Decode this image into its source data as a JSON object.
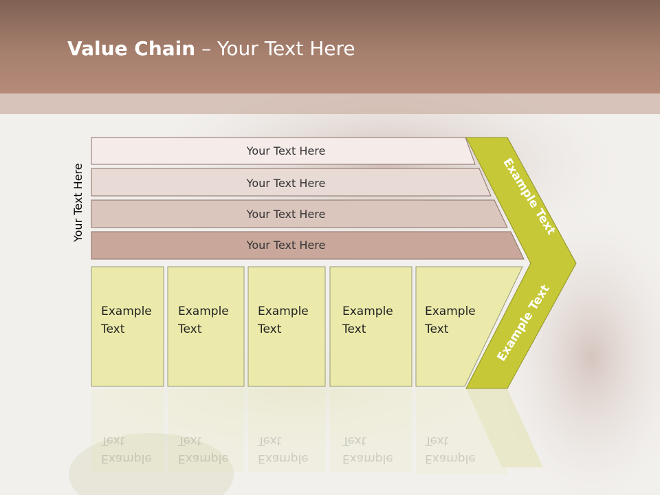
{
  "header": {
    "title_bold": "Value Chain",
    "title_rest": " – Your Text Here"
  },
  "side_label": "Your Text Here",
  "bars": [
    {
      "label": "Your Text Here",
      "color": "#f5ecea"
    },
    {
      "label": "Your Text Here",
      "color": "#e8dad5"
    },
    {
      "label": "Your Text Here",
      "color": "#dbc6be"
    },
    {
      "label": "Your Text Here",
      "color": "#c9a89b"
    }
  ],
  "columns": [
    {
      "line1": "Example",
      "line2": "Text"
    },
    {
      "line1": "Example",
      "line2": "Text"
    },
    {
      "line1": "Example",
      "line2": "Text"
    },
    {
      "line1": "Example",
      "line2": "Text"
    },
    {
      "line1": "Example",
      "line2": "Text"
    }
  ],
  "chevron": {
    "top_label": "Example Text",
    "bottom_label": "Example Text",
    "color": "#c6c837"
  },
  "colors": {
    "column_fill": "#ebeaab",
    "header": "#a67f6d"
  }
}
